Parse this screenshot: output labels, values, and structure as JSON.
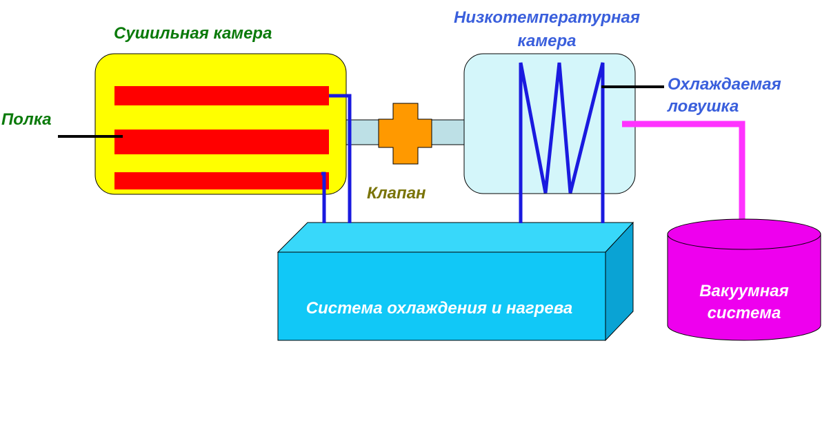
{
  "labels": {
    "drying_chamber": "Сушильная камера",
    "low_temp_chamber_line1": "Низкотемпературная",
    "low_temp_chamber_line2": "камера",
    "shelf": "Полка",
    "cooled_trap_line1": "Охлаждаемая",
    "cooled_trap_line2": "ловушка",
    "valve": "Клапан",
    "cooling_heating_system": "Система охлаждения и нагрева",
    "vacuum_system_line1": "Вакуумная",
    "vacuum_system_line2": "система"
  },
  "colors": {
    "drying_chamber_fill": "#ffff00",
    "shelf_fill": "#ff0000",
    "low_temp_chamber_fill": "#d4f6fa",
    "valve_fill": "#ff9900",
    "pipe_fill": "#bde0e6",
    "coil_line": "#1a1adf",
    "vacuum_line": "#ff33ff",
    "vacuum_fill": "#ee00ee",
    "system_front": "#11c8f7",
    "system_top": "#38d8fa",
    "system_side": "#0aa3d4"
  }
}
